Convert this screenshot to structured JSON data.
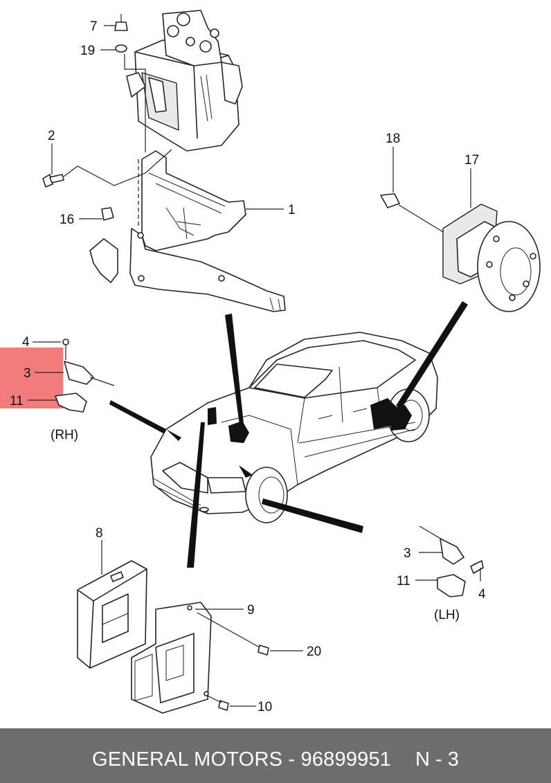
{
  "diagram": {
    "callouts": {
      "c1": "1",
      "c2": "2",
      "c3_rh": "3",
      "c3_lh": "3",
      "c4_rh": "4",
      "c4_lh": "4",
      "c7": "7",
      "c8": "8",
      "c9": "9",
      "c10": "10",
      "c11_rh": "11",
      "c11_lh": "11",
      "c16": "16",
      "c17": "17",
      "c18": "18",
      "c19": "19",
      "c20": "20"
    },
    "side_labels": {
      "rh": "(RH)",
      "lh": "(LH)"
    },
    "highlight_color": "#f27c7c",
    "line_color": "#222222"
  },
  "footer": {
    "brand_part": "GENERAL MOTORS - 96899951",
    "page": "N - 3",
    "background": "#6d6d6d",
    "text_color": "#ffffff"
  }
}
